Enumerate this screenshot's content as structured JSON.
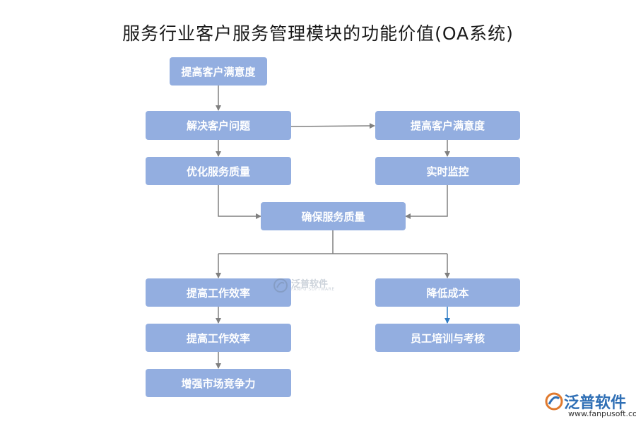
{
  "title": "服务行业客户服务管理模块的功能价值(OA系统)",
  "nodes": {
    "top": "提高客户满意度",
    "solve": "解决客户问题",
    "satisfaction_right": "提高客户满意度",
    "optimize": "优化服务质量",
    "monitor": "实时监控",
    "ensure": "确保服务质量",
    "efficiency1": "提高工作效率",
    "reduce_cost": "降低成本",
    "efficiency2": "提高工作效率",
    "training": "员工培训与考核",
    "compete": "增强市场竞争力"
  },
  "watermark_center": {
    "text": "泛普软件",
    "sub": "FANPU SOFTWARE"
  },
  "watermark_corner": {
    "text": "泛普软件",
    "sub": "www.fanpusoft.com"
  },
  "colors": {
    "node": "#93aee0",
    "arrow": "#808080",
    "arrow_blue": "#2e7bc4"
  }
}
